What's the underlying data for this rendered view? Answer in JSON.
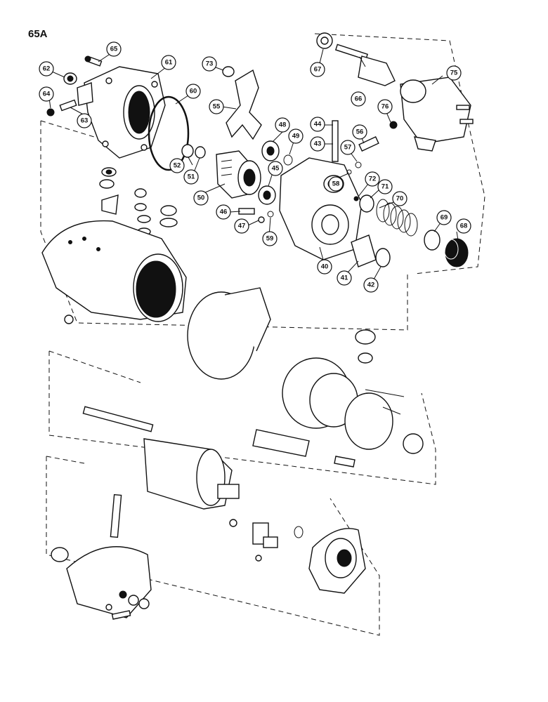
{
  "page": {
    "label": "65A"
  },
  "callouts": [
    {
      "id": "c40",
      "text": "40"
    },
    {
      "id": "c41",
      "text": "41"
    },
    {
      "id": "c42",
      "text": "42"
    },
    {
      "id": "c43",
      "text": "43"
    },
    {
      "id": "c44",
      "text": "44"
    },
    {
      "id": "c45",
      "text": "45"
    },
    {
      "id": "c46",
      "text": "46"
    },
    {
      "id": "c47",
      "text": "47"
    },
    {
      "id": "c48",
      "text": "48"
    },
    {
      "id": "c49",
      "text": "49"
    },
    {
      "id": "c50",
      "text": "50"
    },
    {
      "id": "c51",
      "text": "51"
    },
    {
      "id": "c52",
      "text": "52"
    },
    {
      "id": "c55",
      "text": "55"
    },
    {
      "id": "c56",
      "text": "56"
    },
    {
      "id": "c57",
      "text": "57"
    },
    {
      "id": "c58",
      "text": "58"
    },
    {
      "id": "c59",
      "text": "59"
    },
    {
      "id": "c60",
      "text": "60"
    },
    {
      "id": "c61",
      "text": "61"
    },
    {
      "id": "c62",
      "text": "62"
    },
    {
      "id": "c63",
      "text": "63"
    },
    {
      "id": "c64",
      "text": "64"
    },
    {
      "id": "c65",
      "text": "65"
    },
    {
      "id": "c66",
      "text": "66"
    },
    {
      "id": "c67",
      "text": "67"
    },
    {
      "id": "c68",
      "text": "68"
    },
    {
      "id": "c69",
      "text": "69"
    },
    {
      "id": "c70",
      "text": "70"
    },
    {
      "id": "c71",
      "text": "71"
    },
    {
      "id": "c72",
      "text": "72"
    },
    {
      "id": "c73",
      "text": "73"
    },
    {
      "id": "c75",
      "text": "75"
    },
    {
      "id": "c76",
      "text": "76"
    }
  ],
  "colors": {
    "ink": "#111111",
    "paper": "#ffffff"
  }
}
